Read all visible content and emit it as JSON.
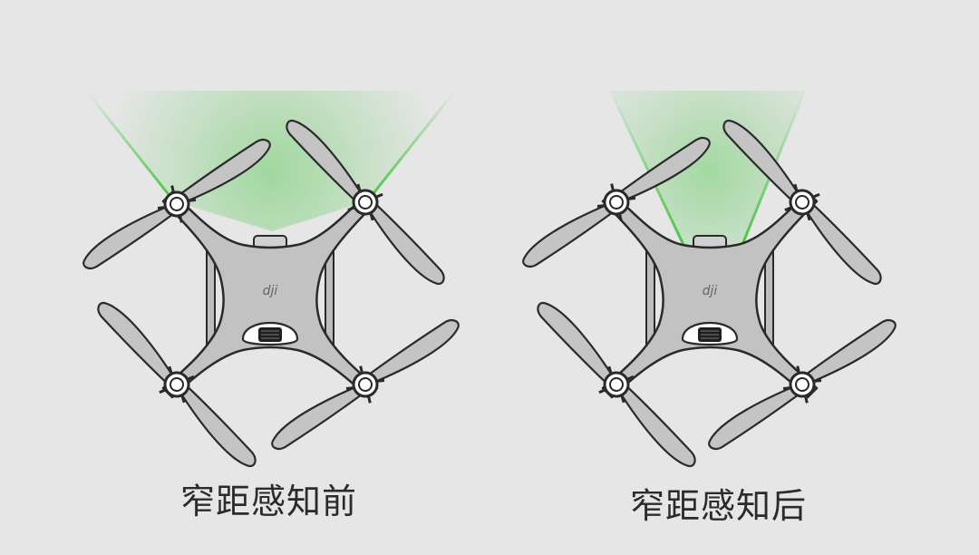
{
  "panels": [
    {
      "caption": "窄距感知前",
      "logo": "dji"
    },
    {
      "caption": "窄距感知后",
      "logo": "dji"
    }
  ],
  "colors": {
    "background": "#e6e6e6",
    "drone_body": "#c2c2c2",
    "outline": "#2a2a2a",
    "sensor_beam": "#3fc43a"
  },
  "icons": [
    "drone-icon",
    "camera-gimbal-icon",
    "sensor-beam-icon"
  ]
}
